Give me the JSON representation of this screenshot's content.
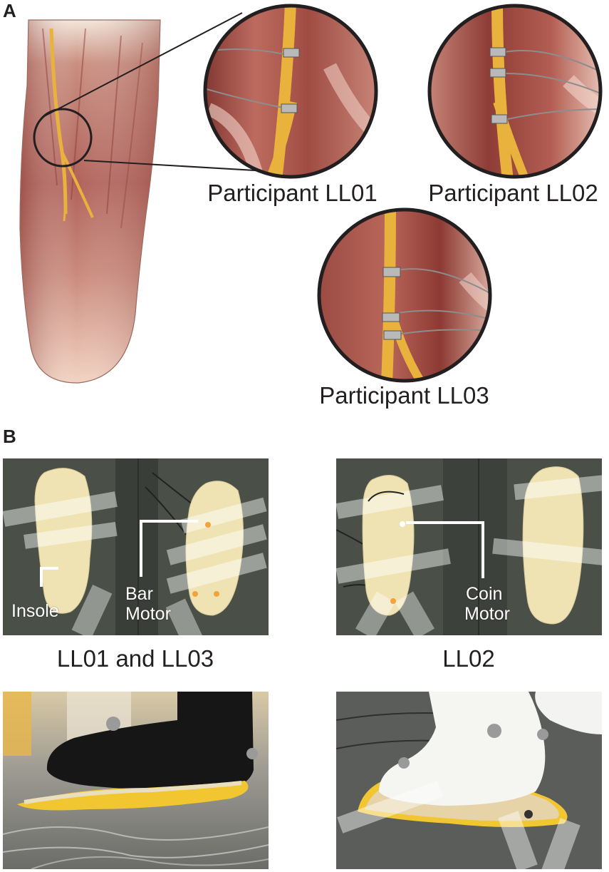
{
  "panel_a": {
    "letter": "A",
    "insets": [
      {
        "label": "Participant LL01"
      },
      {
        "label": "Participant LL02"
      },
      {
        "label": "Participant LL03"
      }
    ]
  },
  "panel_b": {
    "letter": "B",
    "left": {
      "caption": "LL01 and LL03",
      "insole_label": "Insole",
      "motor_label_line1": "Bar",
      "motor_label_line2": "Motor"
    },
    "right": {
      "caption": "LL02",
      "motor_label_line1": "Coin",
      "motor_label_line2": "Motor"
    }
  },
  "colors": {
    "muscle": "#b5625a",
    "nerve": "#e8b23c",
    "mat": "#4a5048",
    "insole": "#efe3b4"
  }
}
